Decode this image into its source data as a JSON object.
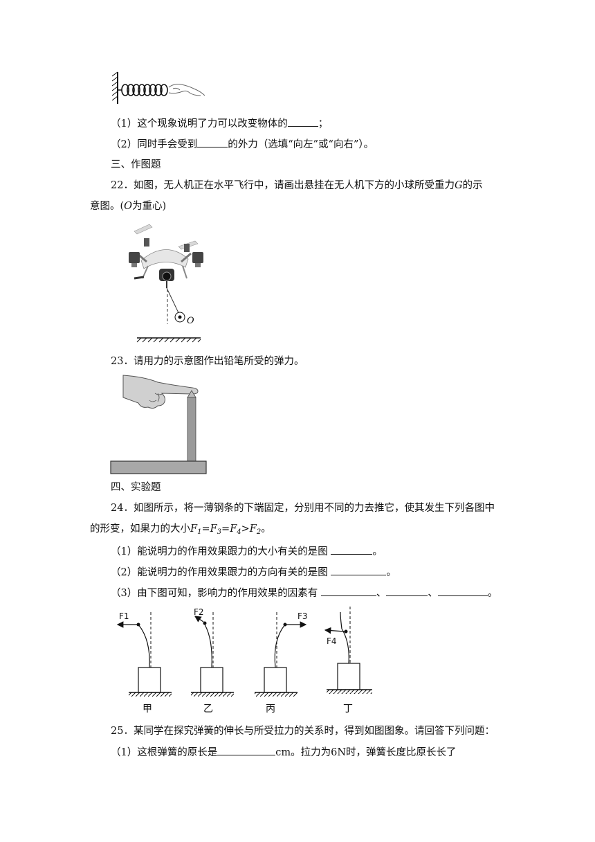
{
  "q21": {
    "p1_pre": "（1）这个现象说明了力可以改变物体的",
    "p1_post": "；",
    "p2_pre": "（2）同时手会受到",
    "p2_post": "的外力（选填“向左”或“向右”）。"
  },
  "section3": "三、作图题",
  "q22": {
    "line1_pre": "22．如图，无人机正在水平飞行中，请画出悬挂在无人机下方的小球所受重力",
    "line1_var": "G",
    "line1_post": "的示",
    "line2_pre": "意图。(",
    "line2_var": "O",
    "line2_post": "为重心)",
    "label_o": "O"
  },
  "q23": {
    "text": "23．请用力的示意图作出铅笔所受的弹力。"
  },
  "section4": "四、实验题",
  "q24": {
    "line1": "24．如图所示，将一薄钢条的下端固定，分别用不同的力去推它，使其发生下列各图中",
    "line2_pre": "的形变，如果力的大小",
    "F": "F",
    "s1": "1",
    "s3": "3",
    "s4": "4",
    "s2": "2",
    "eq": "=",
    "gt": ">",
    "end": "。",
    "p1": "（1）能说明力的作用效果跟力的大小有关的是图",
    "p1_end": "。",
    "p2": "（2）能说明力的作用效果跟力的方向有关的是图",
    "p2_end": "。",
    "p3": "（3）由下图可知，影响力的作用效果的因素有",
    "sep": "、",
    "p3_end": "。",
    "captions": [
      "甲",
      "乙",
      "丙",
      "丁"
    ],
    "force_labels": [
      "F1",
      "F2",
      "F3",
      "F4"
    ]
  },
  "q25": {
    "line1": "25．某同学在探究弹簧的伸长与所受拉力的关系时，得到如图图象。请回答下列问题：",
    "p1_pre": "（1）这根弹簧的原长是",
    "p1_unit": "cm。拉力为6N时，弹簧长度比原长长了"
  }
}
